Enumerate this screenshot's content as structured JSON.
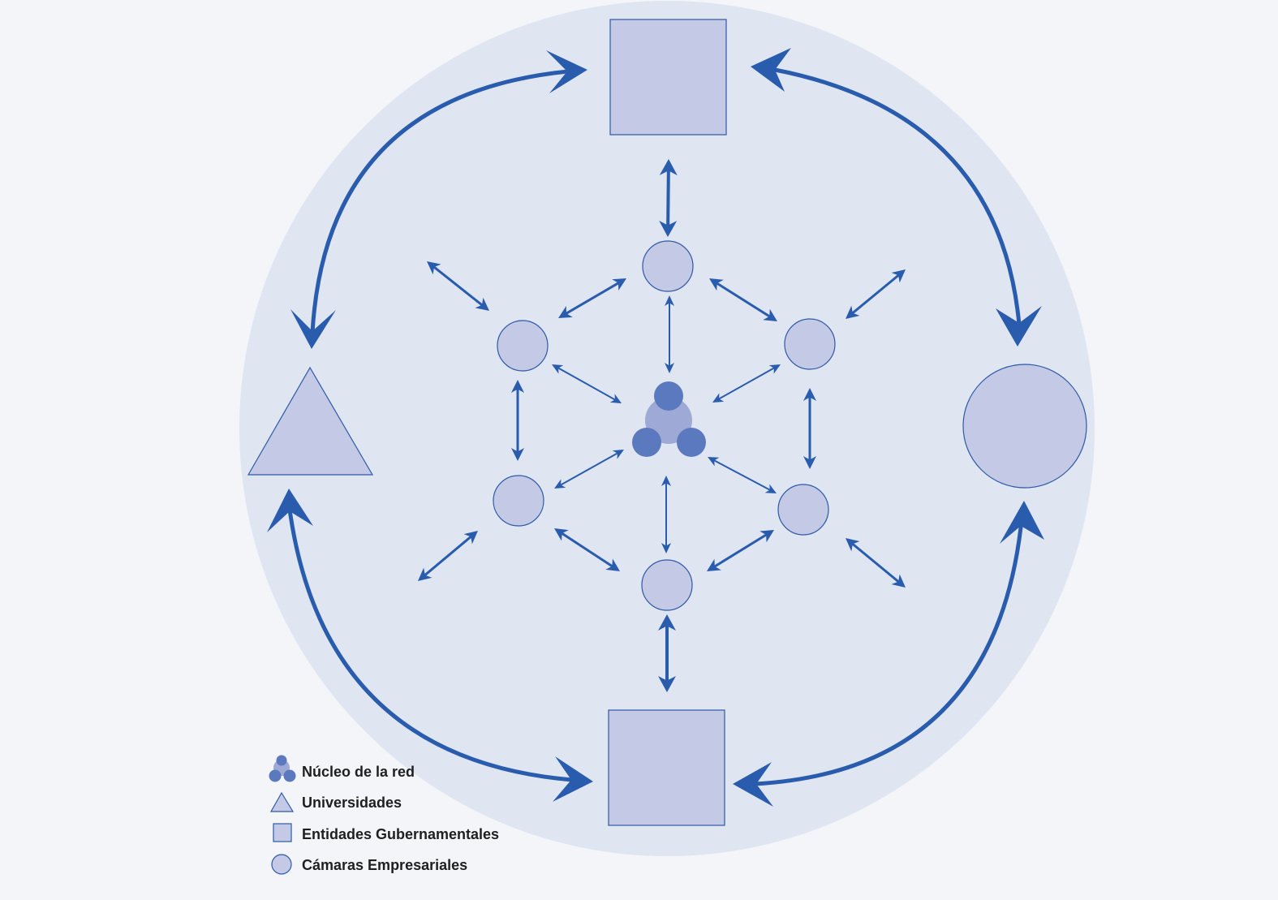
{
  "colors": {
    "page_background": "#f3f5f9",
    "outer_circle": "#dfe5f1",
    "node_fill": "#c4c9e5",
    "node_stroke": "#2d5aa8",
    "arrow": "#2a5cae",
    "core_dark": "#5b79bf",
    "core_light": "#9ea9d6"
  },
  "nodes": {
    "government_top": {
      "type": "square",
      "represents": "Entidades Gubernamentales"
    },
    "government_bottom": {
      "type": "square",
      "represents": "Entidades Gubernamentales"
    },
    "university": {
      "type": "triangle",
      "represents": "Universidades"
    },
    "business_chamber_large": {
      "type": "circle",
      "represents": "Cámaras Empresariales"
    },
    "inner_ring": {
      "count": 6,
      "type": "circle",
      "represents": "Cámaras Empresariales"
    },
    "core": {
      "type": "core-cluster",
      "represents": "Núcleo de la red"
    }
  },
  "connections": [
    {
      "from": "government_top",
      "to": "business_chamber_large",
      "style": "bidirectional-arc"
    },
    {
      "from": "business_chamber_large",
      "to": "government_bottom",
      "style": "bidirectional-arc"
    },
    {
      "from": "government_bottom",
      "to": "university",
      "style": "bidirectional-arc"
    },
    {
      "from": "university",
      "to": "government_top",
      "style": "bidirectional-arc"
    },
    {
      "from": "core",
      "to": "inner_ring",
      "style": "bidirectional",
      "count": 6
    },
    {
      "from": "inner_ring",
      "to": "inner_ring",
      "style": "bidirectional-adjacent",
      "count": 6
    },
    {
      "from": "inner_ring",
      "to": "outer_ring",
      "style": "bidirectional-outward",
      "count": 6
    }
  ],
  "legend": [
    {
      "icon": "core-cluster",
      "label": "Núcleo de la red"
    },
    {
      "icon": "triangle",
      "label": "Universidades"
    },
    {
      "icon": "square",
      "label": "Entidades Gubernamentales"
    },
    {
      "icon": "circle",
      "label": "Cámaras Empresariales"
    }
  ]
}
